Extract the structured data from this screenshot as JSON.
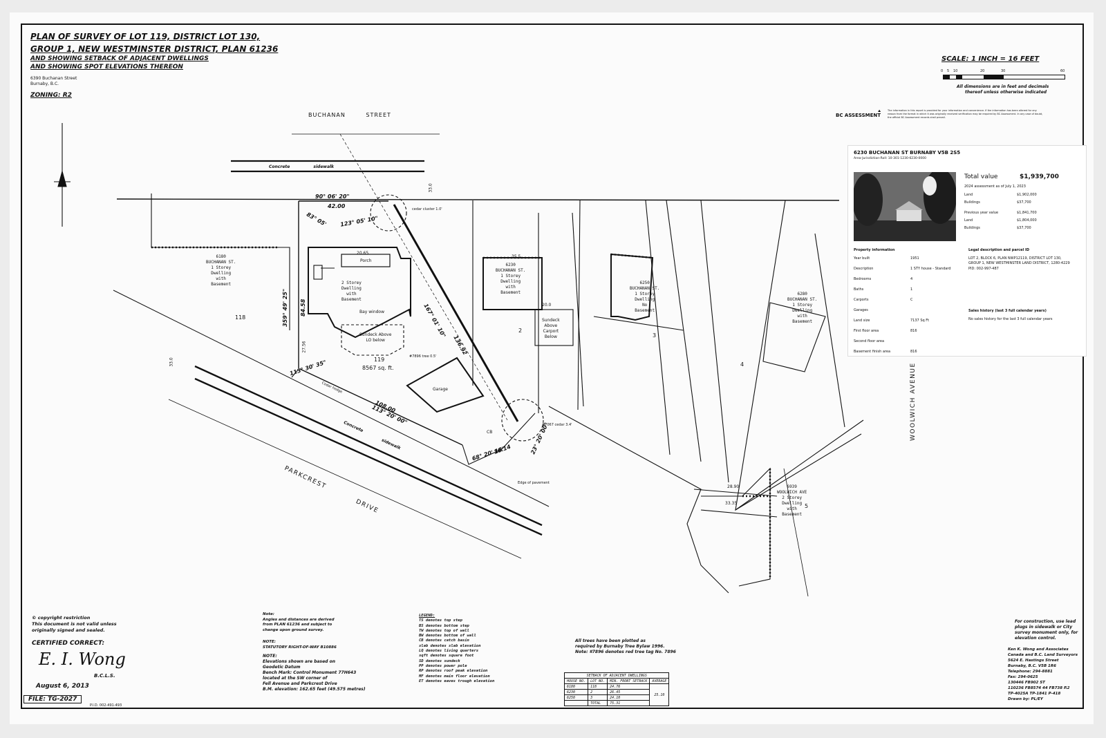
{
  "title": {
    "line1": "PLAN OF SURVEY OF LOT 119, DISTRICT LOT 130,",
    "line2": "GROUP 1, NEW WESTMINSTER DISTRICT, PLAN 61236",
    "line3": "AND SHOWING SETBACK OF ADJACENT DWELLINGS",
    "line4": "AND SHOWING SPOT ELEVATIONS THEREON"
  },
  "address": {
    "line1": "6390 Buchanan Street",
    "line2": "Burnaby, B.C."
  },
  "zoning": "ZONING: R2",
  "scale": {
    "label": "SCALE: 1 INCH = 16 FEET",
    "ticks": [
      "0",
      "5",
      "10",
      "20",
      "30",
      "60"
    ],
    "note1": "All dimensions are in feet and decimals",
    "note2": "thereof unless otherwise indicated"
  },
  "streets": {
    "buchanan": "BUCHANAN STREET",
    "parkcrest": "PARKCREST DRIVE",
    "woolwich": "WOOLWICH AVENUE",
    "sidewalk_north": "Concrete sidewalk",
    "sidewalk_south": "Concrete sidewalk"
  },
  "lots": {
    "lot118": "118",
    "lot119": "119",
    "lot119_area": "8567 sq. ft.",
    "lot2": "2",
    "lot3": "3",
    "lot4": "4",
    "lot5": "5"
  },
  "dimensions": {
    "north_bearing": "90° 06' 20\"",
    "north_dist": "42.00",
    "ne_bearing": "123° 05' 10\"",
    "west_bearing": "359° 49' 25\"",
    "west_dist": "84.58",
    "diag_bearing": "167° 01' 10\"",
    "diag_dist": "136.92",
    "sw_bearing": "113° 30' 35\"",
    "south_bearing": "113° 20' 00\"",
    "south_dist": "108.00",
    "se_bearing": "68° 20' 18\"",
    "se_dist": "16.14",
    "east_end": "23° 20' 00\"",
    "angle_83": "83° 05'",
    "dim_355": "35.5",
    "dim_200": "20.0",
    "dim_20_65": "20.65",
    "dim_32": "33.0",
    "dim_33": "33.0",
    "dim_27_5": "27.56",
    "dim_28_90": "28.90",
    "dim_33_35": "33.35"
  },
  "dwellings": {
    "d6180": [
      "6180",
      "BUCHANAN ST.",
      "1 Storey",
      "Dwelling",
      "with",
      "Basement"
    ],
    "d6390": [
      "2 Storey",
      "Dwelling",
      "with",
      "Basement"
    ],
    "d6230": [
      "6230",
      "BUCHANAN ST.",
      "1 Storey",
      "Dwelling",
      "with",
      "Basement"
    ],
    "d6250": [
      "6250",
      "BUCHANAN ST.",
      "1 Storey",
      "Dwelling",
      "No",
      "Basement"
    ],
    "d6280": [
      "6280",
      "BUCHANAN ST.",
      "1 Storey",
      "Dwelling",
      "with",
      "Basement"
    ],
    "d6939": [
      "6939",
      "WOOLWICH AVE",
      "2 Storey",
      "Dwelling",
      "with",
      "Basement"
    ],
    "porch": "Porch",
    "garage": "Garage",
    "bay_window": "Bay window",
    "sundeck_above": [
      "Sundeck Above",
      "LO below"
    ],
    "sundeck_carport": [
      "Sundeck",
      "Above",
      "Carport",
      "Below"
    ],
    "cedar_cluster": "cedar cluster 1.0'",
    "cedar_hedge": "Cedar hedge",
    "tree_note": "#7896 tree 0.5'",
    "cedar_note": "#7067 cedar 3.4'",
    "cb": "CB",
    "elev_stake": "Edge of pavement"
  },
  "bc": {
    "brand": "BC ASSESSMENT",
    "disclaimer1": "The information in this report is provided for your information and convenience. If the information has been altered for any",
    "disclaimer2": "reason from the format in which it was originally received verification may be required by BC Assessment. In any case of doubt,",
    "disclaimer3": "the official BC Assessment records shall prevail.",
    "address": "6230 BUCHANAN ST BURNABY V5B 2S5",
    "roll": "Area-Jurisdiction-Roll: 10-301-1230-6230-0000",
    "total_label": "Total value",
    "total_value": "$1,939,700",
    "assess_note": "2024 assessment as of July 1, 2023",
    "rows": [
      {
        "k": "Land",
        "v": "$1,902,000"
      },
      {
        "k": "Buildings",
        "v": "$37,700"
      },
      {
        "k": "Previous year value",
        "v": "$1,841,700"
      },
      {
        "k": "Land",
        "v": "$1,804,000"
      },
      {
        "k": "Buildings",
        "v": "$37,700"
      }
    ],
    "prop_head": "Property information",
    "props": [
      {
        "k": "Year built",
        "v": "1951"
      },
      {
        "k": "Description",
        "v": "1 STY house - Standard"
      },
      {
        "k": "Bedrooms",
        "v": "4"
      },
      {
        "k": "Baths",
        "v": "1"
      },
      {
        "k": "Carports",
        "v": "C"
      },
      {
        "k": "Garages",
        "v": ""
      },
      {
        "k": "Land size",
        "v": "7137 Sq Ft"
      },
      {
        "k": "First floor area",
        "v": "816"
      },
      {
        "k": "Second floor area",
        "v": ""
      },
      {
        "k": "Basement finish area",
        "v": "816"
      }
    ],
    "legal_head": "Legal description and parcel ID",
    "legal1": "LOT 2, BLOCK 6, PLAN NWP12119, DISTRICT LOT 130,",
    "legal2": "GROUP 1, NEW WESTMINSTER LAND DISTRICT, 1280-4229",
    "pid": "PID: 002-997-487",
    "sales_head": "Sales history (last 3 full calendar years)",
    "sales_none": "No sales history for the last 3 full calendar years"
  },
  "notes": {
    "copyright1": "© copyright restriction",
    "copyright2": "This document is not valid unless",
    "copyright3": "originally signed and sealed.",
    "certified": "CERTIFIED CORRECT:",
    "signature": "E. I. Wong",
    "bcls": "B.C.L.S.",
    "date": "August 6, 2013",
    "file": "FILE: TG-2027",
    "pid": "P.I.D. 002-491-493",
    "note_head": "Note:",
    "note1": "Angles and distances are derived",
    "note2": "from PLAN 61236 and subject to",
    "note3": "change upon ground survey.",
    "note4_head": "NOTE:",
    "note4": "STATUTORY RIGHT-OF-WAY B10886",
    "note5_head": "NOTE:",
    "note5a": "Elevations shown are based on",
    "note5b": "Geodetic Datum",
    "note5c": "Bench Mark: Control Monument 77H643",
    "note5d": "located at the SW corner of",
    "note5e": "Fell Avenue and Parkcrest Drive",
    "note5f": "B.M. elevation: 162.65 feet (49.575 metres)",
    "trees1": "All trees have been plotted as",
    "trees2": "required by Burnaby Tree Bylaw 1996.",
    "trees3": "Note: #7896 denotes red tree tag No. 7896",
    "construction1": "For construction, use lead",
    "construction2": "plugs in sidewalk or City",
    "construction3": "survey monument only, for",
    "construction4": "elevation control.",
    "firm1": "Ken K. Wong and Associates",
    "firm2": "Canada and B.C. Land Surveyors",
    "firm3": "5624 E. Hastings Street",
    "firm4": "Burnaby, B.C. V5B 1R6",
    "firm5": "Telephone: 294-8881",
    "firm6": "Fax: 294-0625",
    "firm7": "130446 FB902 ST",
    "firm8": "110236 FB8574 44 FB738 P.2",
    "firm9": "TP-4025A TP-1841 P-418",
    "firm10": "Drawn by: PL/EY"
  },
  "legend": {
    "head": "LEGEND:",
    "items": [
      "TS  denotes top step",
      "BS  denotes bottom step",
      "TW  denotes top of wall",
      "BW  denotes bottom of wall",
      "CB  denotes catch basin",
      "slab denotes slab elevation",
      "LQ  denotes living quarters",
      "sqft denotes square foot",
      "SD  denotes sundeck",
      "PP  denotes power pole",
      "RP  denotes roof peak elevation",
      "MF  denotes main floor elevation",
      "ET  denotes eaves trough elevation"
    ]
  },
  "setback": {
    "title": "SETBACK OF ADJACENT DWELLINGS",
    "headers": [
      "HOUSE NO.",
      "LOT NO.",
      "MIN. FRONT SETBACK",
      "AVERAGE"
    ],
    "rows": [
      [
        "6180",
        "118",
        "24.76"
      ],
      [
        "6230",
        "2",
        "26.45"
      ],
      [
        "6250",
        "3",
        "24.10"
      ]
    ],
    "total_label": "TOTAL",
    "total": "75.31",
    "average": "25.10"
  }
}
